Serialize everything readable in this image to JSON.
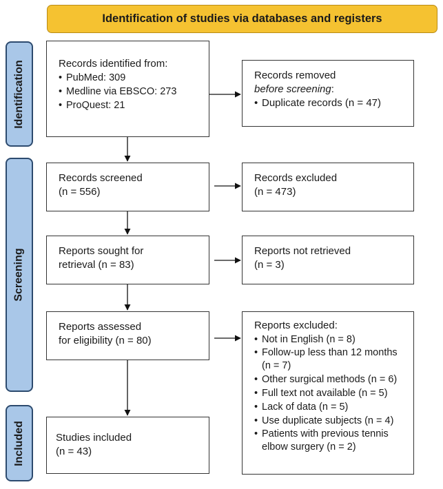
{
  "header": {
    "title": "Identification of studies via databases and registers"
  },
  "phases": {
    "identification": "Identification",
    "screening": "Screening",
    "included": "Included"
  },
  "boxes": {
    "records_identified": {
      "title": "Records identified from:",
      "items": [
        "PubMed: 309",
        "Medline via EBSCO: 273",
        "ProQuest: 21"
      ]
    },
    "records_removed": {
      "title_line1": "Records removed",
      "title_line2": "before screening",
      "title_colon": ":",
      "items": [
        "Duplicate records (n = 47)"
      ]
    },
    "records_screened": {
      "line1": "Records screened",
      "line2": "(n = 556)"
    },
    "records_excluded": {
      "line1": "Records excluded",
      "line2": "(n = 473)"
    },
    "reports_sought": {
      "line1": "Reports sought for",
      "line2": "retrieval (n = 83)"
    },
    "reports_not_retrieved": {
      "line1": "Reports not retrieved",
      "line2": "(n = 3)"
    },
    "reports_assessed": {
      "line1": "Reports assessed",
      "line2": "for eligibility (n = 80)"
    },
    "reports_excluded": {
      "title": "Reports excluded:",
      "items": [
        "Not in English (n = 8)",
        "Follow-up less than 12 months (n = 7)",
        "Other surgical methods (n = 6)",
        "Full text not available (n = 5)",
        "Lack of data (n = 5)",
        "Use duplicate subjects (n = 4)",
        "Patients with previous tennis elbow surgery (n = 2)"
      ]
    },
    "studies_included": {
      "line1": "Studies included",
      "line2": "(n = 43)"
    }
  },
  "colors": {
    "header_fill": "#f5c231",
    "phase_fill": "#a9c7e8",
    "phase_border": "#2c4a6e",
    "box_border": "#333333"
  }
}
